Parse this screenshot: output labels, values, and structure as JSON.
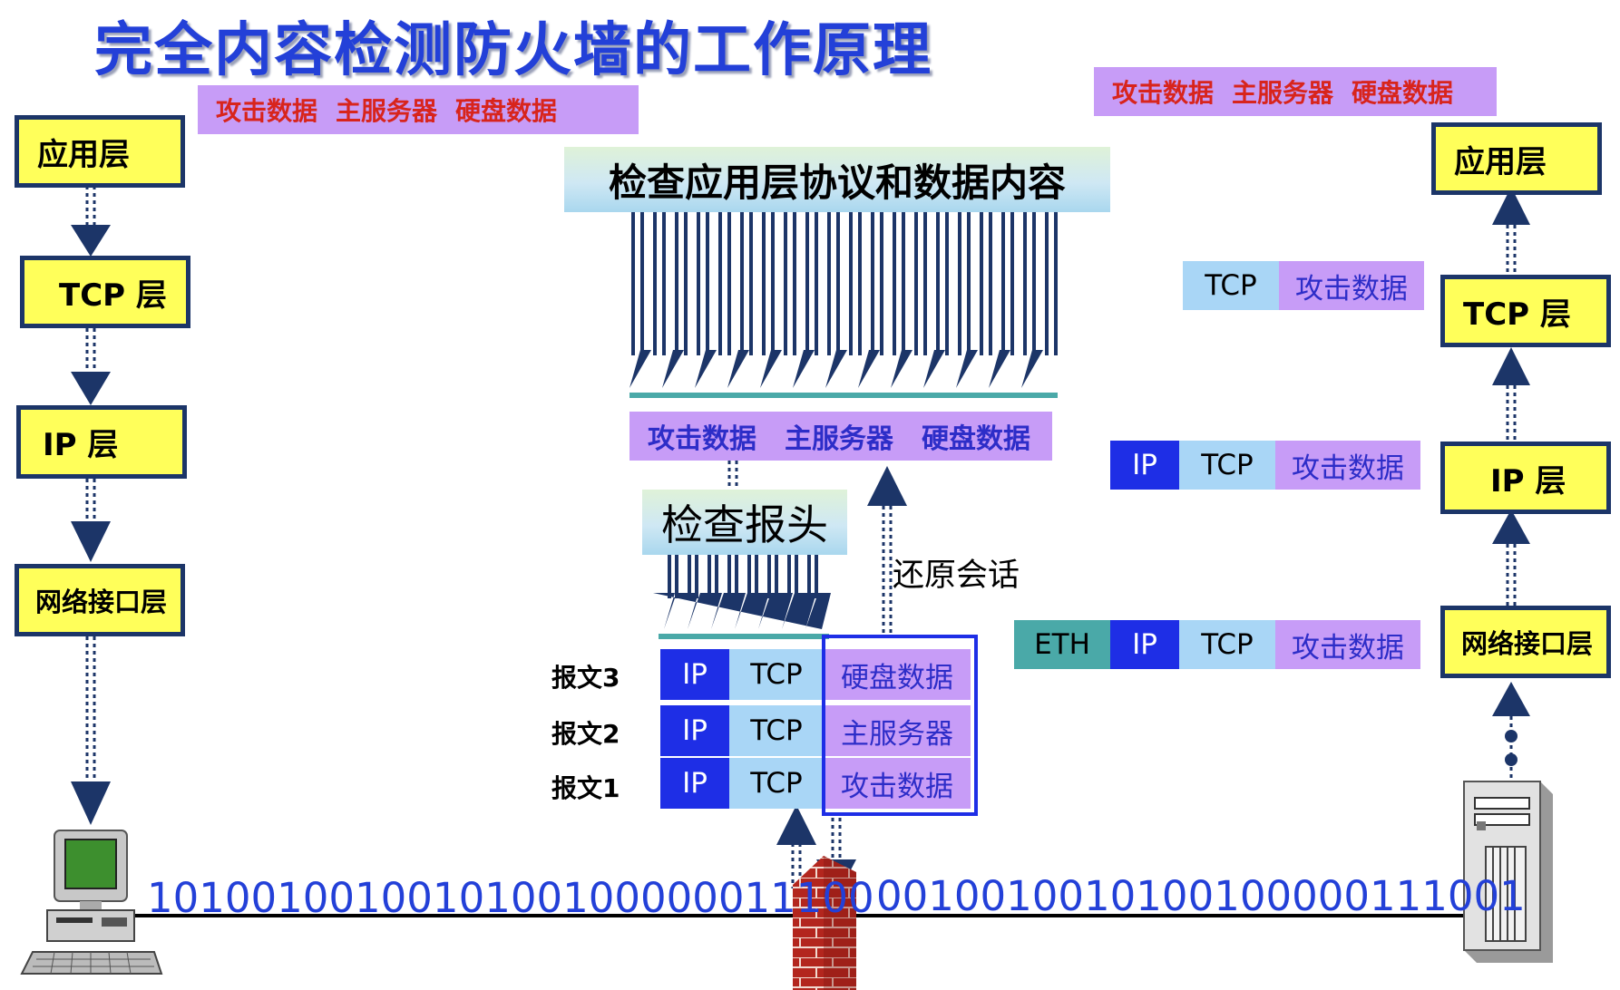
{
  "title": "完全内容检测防火墙的工作原理",
  "left_stack": {
    "app": "应用层",
    "tcp": "TCP 层",
    "ip": "IP 层",
    "net": "网络接口层"
  },
  "right_stack": {
    "app": "应用层",
    "tcp": "TCP 层",
    "ip": "IP 层",
    "net": "网络接口层"
  },
  "top_left_bar": [
    "攻击数据",
    "主服务器",
    "硬盘数据"
  ],
  "top_right_bar": [
    "攻击数据",
    "主服务器",
    "硬盘数据"
  ],
  "inspect_app": "检查应用层协议和数据内容",
  "reassembled_bar": [
    "攻击数据",
    "主服务器",
    "硬盘数据"
  ],
  "inspect_header": "检查报头",
  "restore_session": "还原会话",
  "packets": [
    {
      "label": "报文3",
      "ip": "IP",
      "tcp": "TCP",
      "data": "硬盘数据"
    },
    {
      "label": "报文2",
      "ip": "IP",
      "tcp": "TCP",
      "data": "主服务器"
    },
    {
      "label": "报文1",
      "ip": "IP",
      "tcp": "TCP",
      "data": "攻击数据"
    }
  ],
  "right_frames": {
    "tcp_row": {
      "tcp": "TCP",
      "data": "攻击数据"
    },
    "ip_row": {
      "ip": "IP",
      "tcp": "TCP",
      "data": "攻击数据"
    },
    "eth_row": {
      "eth": "ETH",
      "ip": "IP",
      "tcp": "TCP",
      "data": "攻击数据"
    }
  },
  "bits_left": "1010010010010100100000011100",
  "bits_right": "0010010010100100000111001",
  "colors": {
    "title": "#2340d8",
    "layer_fill": "#ffff5a",
    "layer_border": "#1c3568",
    "data_fill": "#c79cf7",
    "ip_fill": "#1e2ee6",
    "tcp_fill": "#a9d6f6",
    "eth_fill": "#4aa9a8",
    "arrow": "#1c3568"
  }
}
